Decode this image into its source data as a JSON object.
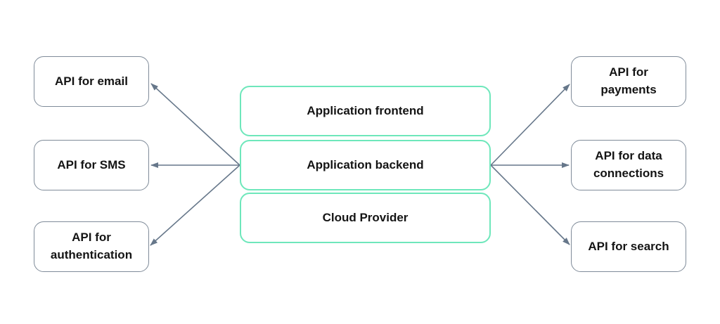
{
  "diagram": {
    "colors": {
      "background": "#ffffff",
      "core_border": "#6ee7bb",
      "api_border": "#7f8b99",
      "arrow": "#66778a",
      "text": "#141414"
    },
    "core_nodes": [
      {
        "id": "application-frontend",
        "label": "Application frontend"
      },
      {
        "id": "application-backend",
        "label": "Application backend"
      },
      {
        "id": "cloud-provider",
        "label": "Cloud Provider"
      }
    ],
    "left_api_nodes": [
      {
        "id": "api-for-email",
        "label": "API for email"
      },
      {
        "id": "api-for-sms",
        "label": "API for SMS"
      },
      {
        "id": "api-for-authentication",
        "label": "API for authentication"
      }
    ],
    "right_api_nodes": [
      {
        "id": "api-for-payments",
        "label": "API for payments"
      },
      {
        "id": "api-for-data-connections",
        "label": "API for data connections"
      },
      {
        "id": "api-for-search",
        "label": "API for search"
      }
    ],
    "edges": [
      {
        "from": "application-backend",
        "to": "api-for-email"
      },
      {
        "from": "application-backend",
        "to": "api-for-sms"
      },
      {
        "from": "application-backend",
        "to": "api-for-authentication"
      },
      {
        "from": "application-backend",
        "to": "api-for-payments"
      },
      {
        "from": "application-backend",
        "to": "api-for-data-connections"
      },
      {
        "from": "application-backend",
        "to": "api-for-search"
      }
    ]
  }
}
